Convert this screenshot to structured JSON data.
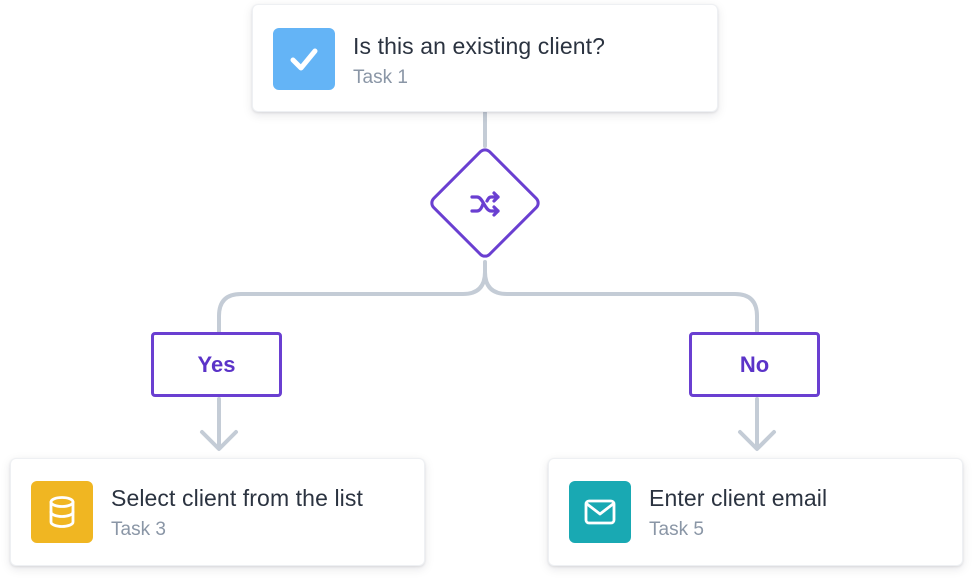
{
  "nodes": {
    "top": {
      "title": "Is this an existing client?",
      "subtitle": "Task 1",
      "icon": "check-icon",
      "color": "#64b4f6"
    },
    "left": {
      "title": "Select client from the list",
      "subtitle": "Task 3",
      "icon": "database-icon",
      "color": "#f0b622"
    },
    "right": {
      "title": "Enter client email",
      "subtitle": "Task 5",
      "icon": "envelope-icon",
      "color": "#19a9b3"
    }
  },
  "decision": {
    "icon": "shuffle-icon",
    "color": "#6a3fd1"
  },
  "branches": {
    "yes": "Yes",
    "no": "No"
  },
  "connector_color": "#c4ccd6"
}
